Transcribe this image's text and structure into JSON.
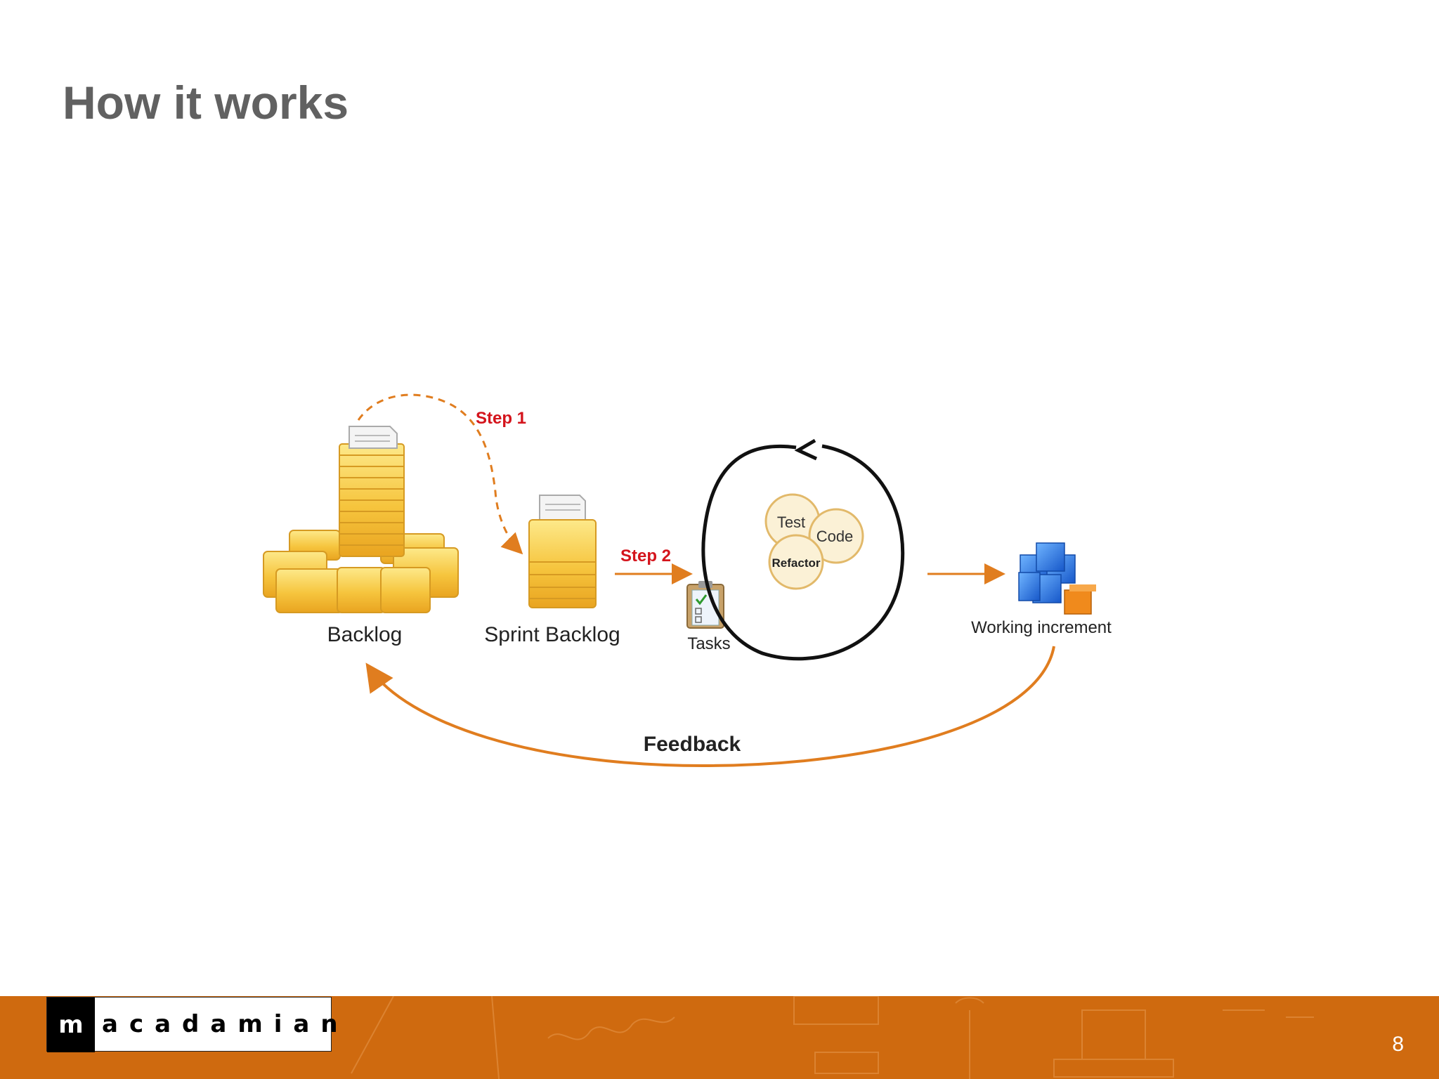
{
  "slide": {
    "title": "How it works",
    "page_number": "8"
  },
  "diagram": {
    "step1_label": "Step 1",
    "step2_label": "Step 2",
    "backlog_label": "Backlog",
    "sprint_backlog_label": "Sprint Backlog",
    "tasks_label": "Tasks",
    "cycle": {
      "test_label": "Test",
      "code_label": "Code",
      "refactor_label": "Refactor"
    },
    "working_increment_label": "Working increment",
    "feedback_label": "Feedback"
  },
  "footer": {
    "logo_mark": "m",
    "logo_text": "acadamian"
  },
  "colors": {
    "title": "#616161",
    "footer": "#cf6a0f",
    "step_label": "#d4141c",
    "arrow": "#e07d1f",
    "folder": "#f5c23a",
    "cube": "#2f7fe0"
  }
}
